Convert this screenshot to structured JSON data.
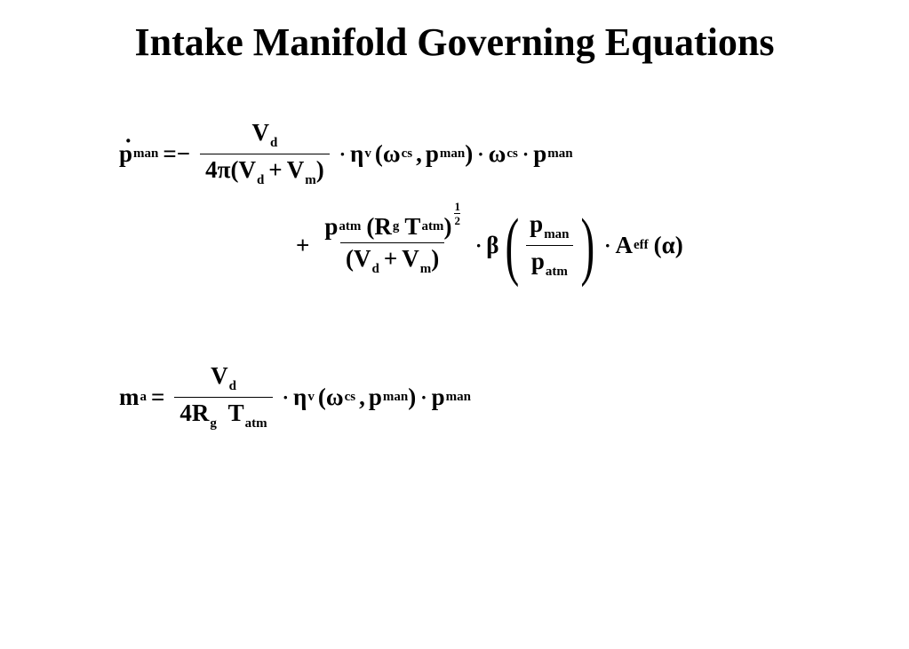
{
  "title": "Intake Manifold Governing Equations",
  "eq1": {
    "p": "p",
    "man": "man",
    "eq": "=−",
    "V": "V",
    "d": "d",
    "four": "4",
    "pi": "π",
    "lp": "(",
    "rp": ")",
    "plus": "+",
    "m": "m",
    "dot": "·",
    "eta": "η",
    "v": "v",
    "omega": "ω",
    "cs": "cs",
    "comma": ",",
    "atm": "atm",
    "R": "R",
    "g": "g",
    "T": "T",
    "one": "1",
    "two": "2",
    "beta": "β",
    "A": "A",
    "eff": "eff",
    "alpha": "α"
  },
  "eq2": {
    "m": "m",
    "a": "a",
    "eq": "=",
    "V": "V",
    "d": "d",
    "four": "4",
    "R": "R",
    "g": "g",
    "T": "T",
    "atm": "atm",
    "dot": "·",
    "eta": "η",
    "v": "v",
    "lp": "(",
    "rp": ")",
    "omega": "ω",
    "cs": "cs",
    "comma": ",",
    "p": "p",
    "man": "man"
  }
}
